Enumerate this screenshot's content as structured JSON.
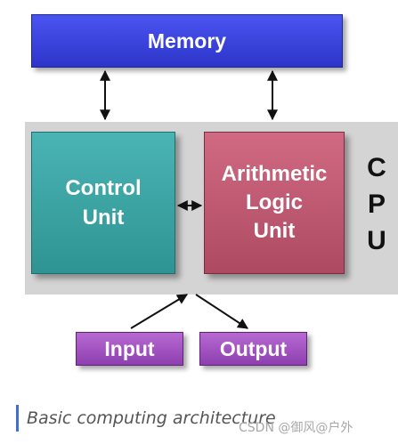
{
  "diagram": {
    "memory_label": "Memory",
    "control_unit_label": "Control\nUnit",
    "alu_label": "Arithmetic\nLogic\nUnit",
    "cpu_label": "C\nP\nU",
    "input_label": "Input",
    "output_label": "Output"
  },
  "caption": {
    "text": "Basic computing architecture"
  },
  "watermark": {
    "text": "CSDN @御风@户外"
  },
  "colors": {
    "memory": "#3a44e0",
    "control_unit": "#3fa5a5",
    "alu": "#c05a72",
    "io": "#a455c2",
    "cpu_region": "#d4d4d4",
    "caption_bar": "#3f6fd0"
  }
}
